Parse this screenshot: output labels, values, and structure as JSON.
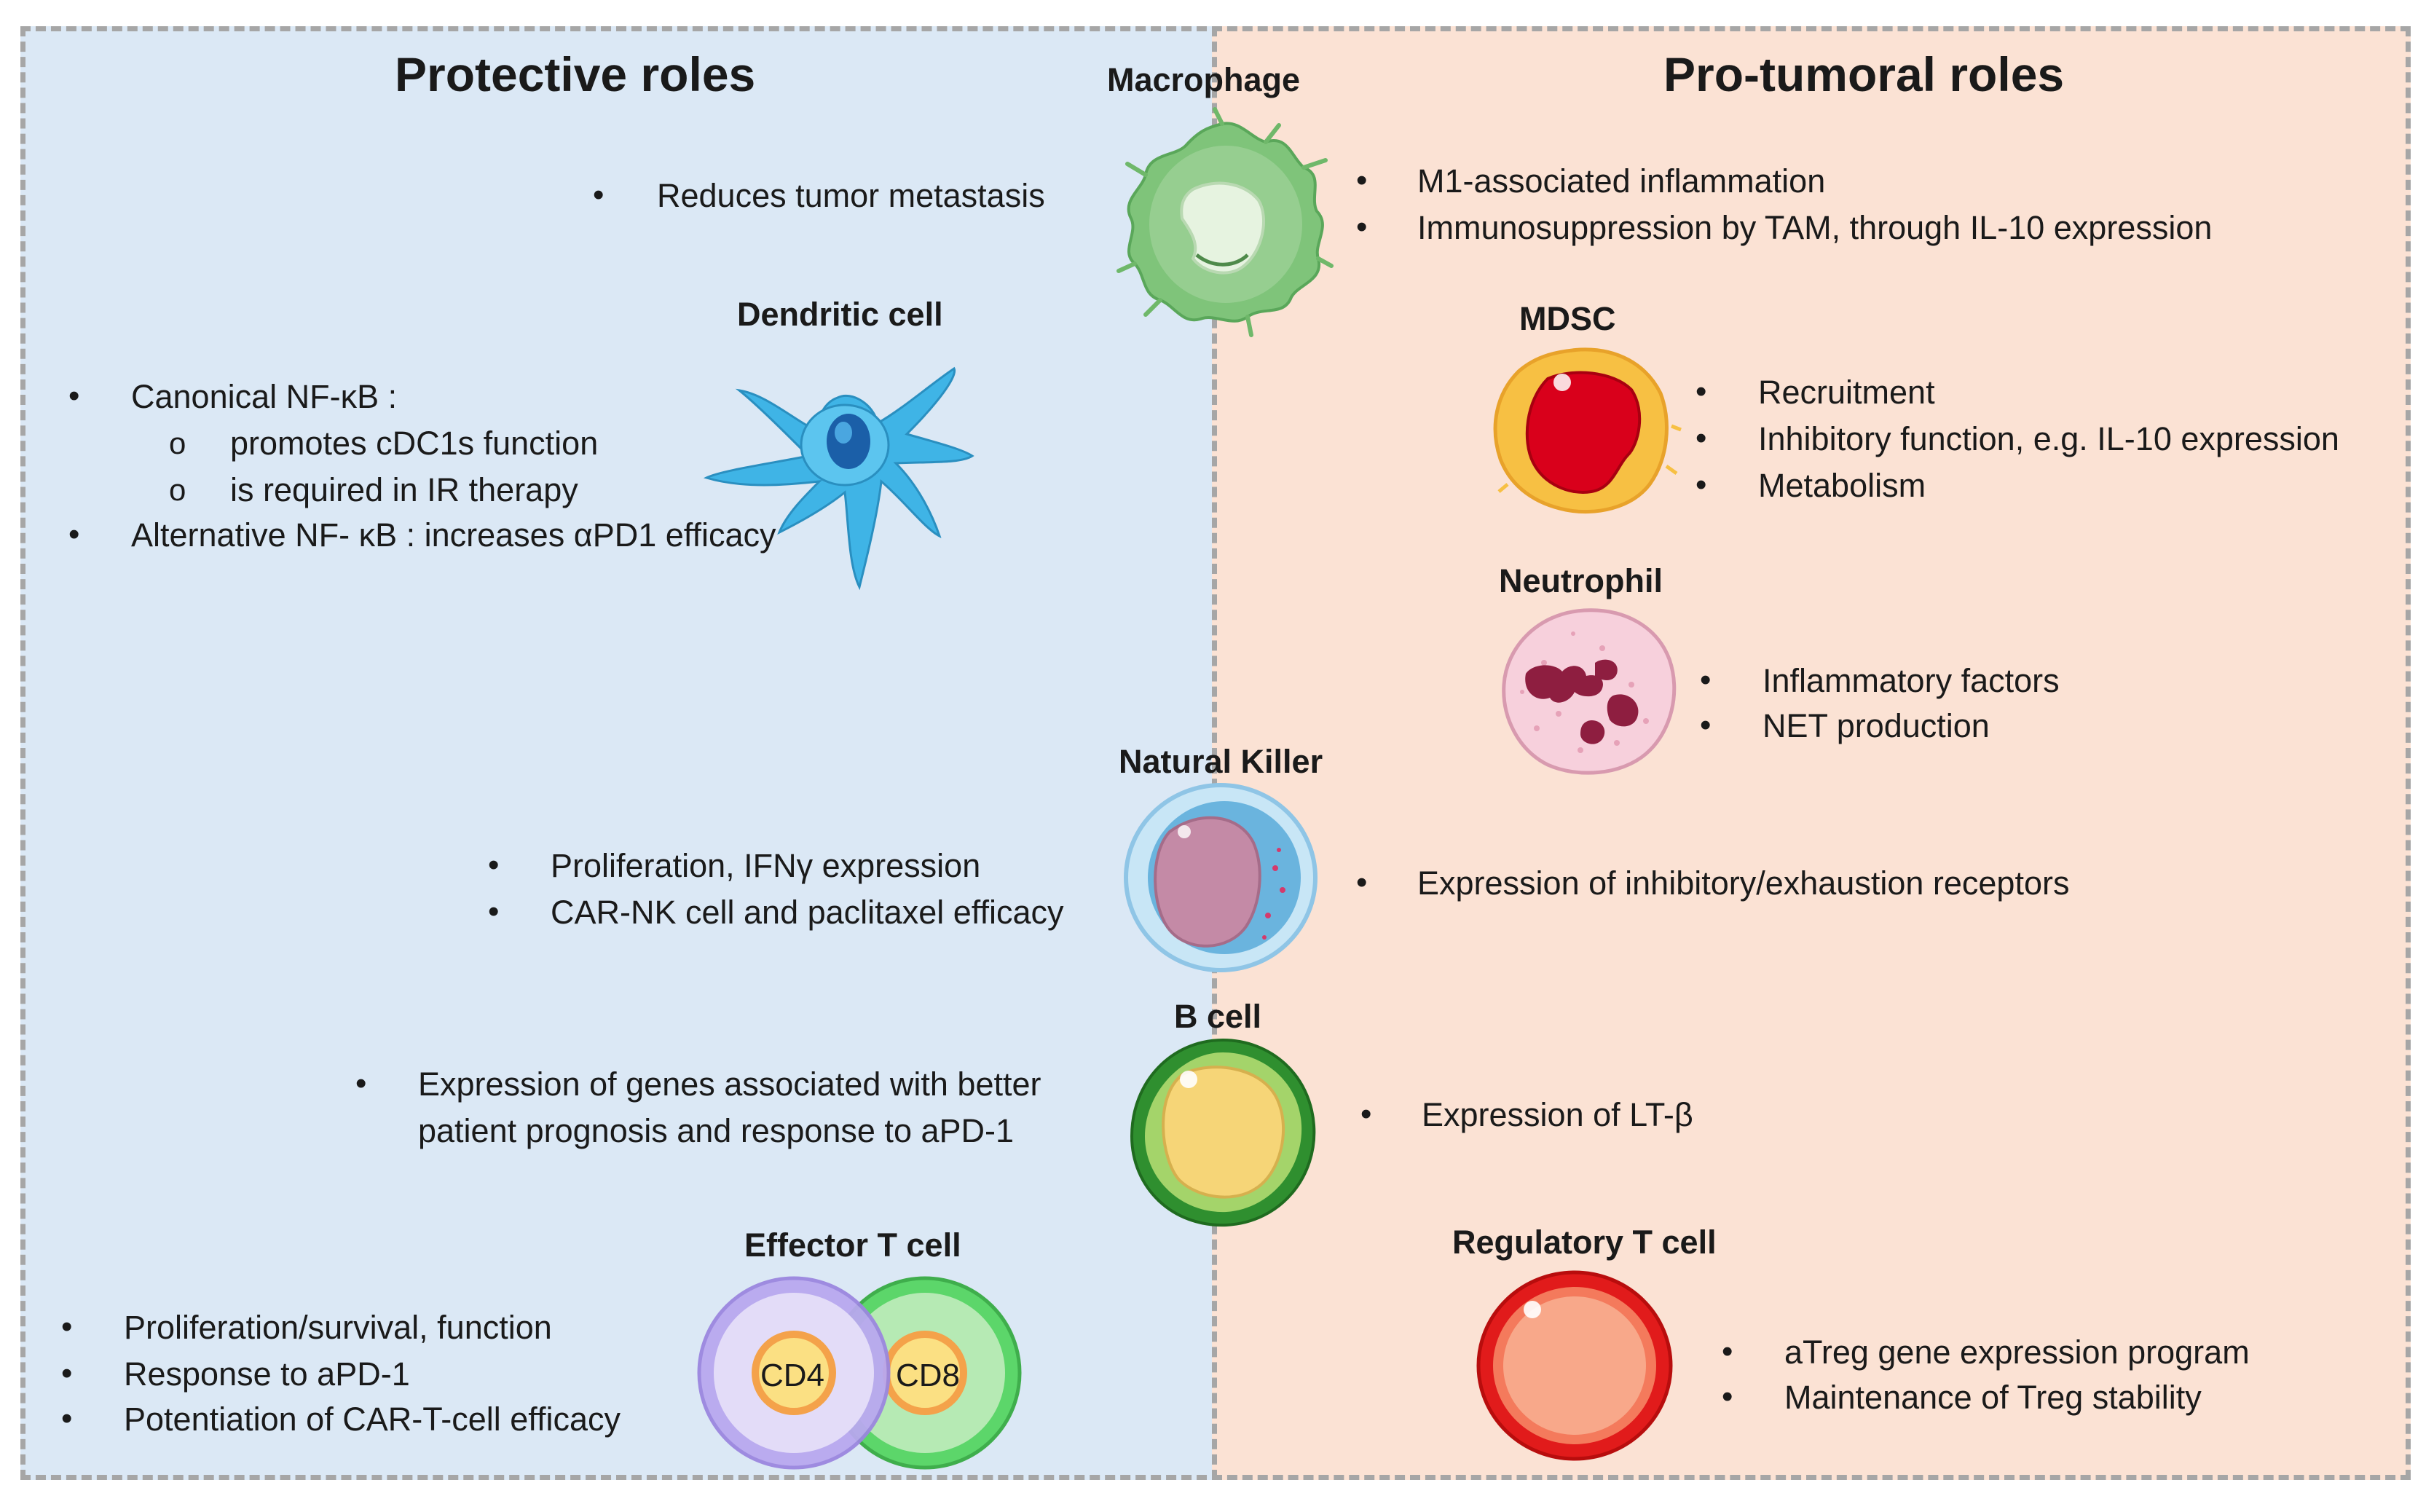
{
  "left": {
    "title": "Protective roles",
    "macrophage": [
      "Reduces tumor metastasis"
    ],
    "dendritic": {
      "canonical": "Canonical NF-κB :",
      "sub": [
        "promotes cDC1s function",
        "is required in IR therapy"
      ],
      "alternative": "Alternative NF- κB : increases αPD1 efficacy"
    },
    "nk": [
      "Proliferation, IFNγ expression",
      "CAR-NK cell and paclitaxel efficacy"
    ],
    "bcell": [
      "Expression of genes associated with better",
      "patient prognosis and response to aPD-1"
    ],
    "effector": [
      "Proliferation/survival, function",
      "Response to aPD-1",
      "Potentiation of CAR-T-cell efficacy"
    ]
  },
  "right": {
    "title": "Pro-tumoral roles",
    "macrophage": [
      "M1-associated inflammation",
      "Immunosuppression  by TAM, through IL-10 expression"
    ],
    "mdsc": [
      "Recruitment",
      "Inhibitory function, e.g. IL-10 expression",
      "Metabolism"
    ],
    "neutrophil": [
      "Inflammatory factors",
      "NET production"
    ],
    "nk": [
      "Expression of inhibitory/exhaustion  receptors"
    ],
    "bcell": [
      "Expression of LT-β"
    ],
    "treg": [
      "aTreg gene expression program",
      "Maintenance of Treg stability"
    ]
  },
  "cells": {
    "macrophage": "Macrophage",
    "dendritic": "Dendritic cell",
    "mdsc": "MDSC",
    "neutrophil": "Neutrophil",
    "nk": "Natural Killer",
    "bcell": "B cell",
    "effector": "Effector T cell",
    "treg": "Regulatory T cell",
    "cd4": "CD4",
    "cd8": "CD8"
  },
  "symbols": {
    "bullet": "•",
    "sub_bullet": "o"
  },
  "colors": {
    "left_bg": "#dbe8f5",
    "right_bg": "#fbe2d4",
    "border": "#a6a6a6"
  }
}
